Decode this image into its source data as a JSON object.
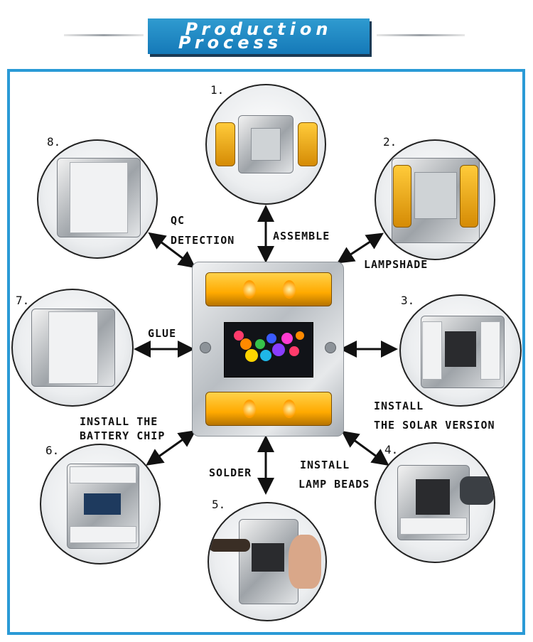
{
  "header": {
    "title_line1": "Production",
    "title_line2": "Process"
  },
  "steps": [
    {
      "num": "1.",
      "label": "ASSEMBLE"
    },
    {
      "num": "2.",
      "label": "LAMPSHADE"
    },
    {
      "num": "3.",
      "label_line1": "INSTALL",
      "label_line2": "THE SOLAR VERSION"
    },
    {
      "num": "4.",
      "label_line1": "INSTALL",
      "label_line2": "LAMP BEADS"
    },
    {
      "num": "5.",
      "label": "SOLDER"
    },
    {
      "num": "6.",
      "label_line1": "INSTALL THE",
      "label_line2": "BATTERY CHIP"
    },
    {
      "num": "7.",
      "label": "GLUE"
    },
    {
      "num": "8.",
      "label_line1": "QC",
      "label_line2": "DETECTION"
    }
  ],
  "colors": {
    "banner": "#1a86c4",
    "frame": "#2a9ad6",
    "reflector": "#ffb000"
  }
}
